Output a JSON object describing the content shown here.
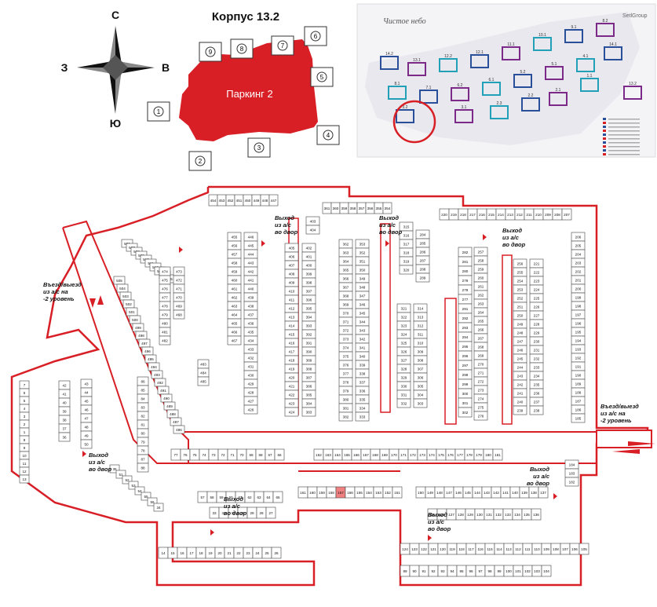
{
  "header": {
    "building_title": "Корпус 13.2",
    "parking_label": "Паркинг 2",
    "compass": {
      "north": "С",
      "west": "З",
      "east": "В",
      "south": "Ю"
    },
    "section_numbers": [
      "1",
      "2",
      "3",
      "4",
      "5",
      "6",
      "7",
      "8",
      "9"
    ]
  },
  "site_plan": {
    "logo_text": "Чистое небо",
    "brand_text": "SetlGroup",
    "building_labels": [
      "14.2",
      "13.1",
      "12.2",
      "12.1",
      "11.1",
      "10.1",
      "9.1",
      "8.2",
      "8.1",
      "7.1",
      "6.2",
      "6.1",
      "5.2",
      "5.1",
      "4.1",
      "3.2",
      "3.1",
      "2.3",
      "2.2",
      "2.1",
      "1.1",
      "14.1",
      "13.2"
    ]
  },
  "annotations": {
    "exit_top_left": "Выход\nиз а/с\nво двор",
    "exit_top_mid": "Выход\nиз а/с\nво двор",
    "exit_top_right": "Выход\nиз а/с\nво двор",
    "ramp_left": "Въезд/выезд\nиз а/с на\n-2 уровень",
    "ramp_right": "Въезд/выезд\nиз а/с на\n-2 уровень",
    "exit_bottom_left": "Выход\nиз а/с\nво двор",
    "exit_bottom_mid": "Выход\nиз а/с\nво двор",
    "exit_bottom_right": "Выход\nиз а/с\nво двор",
    "exit_bottom_center": "Выход\nиз а/с\nво двор"
  },
  "highlight": {
    "space": "157",
    "color": "#f08080"
  },
  "colors": {
    "accent": "#d81f26",
    "grid": "#333333"
  },
  "spaces": {
    "top_row_a": [
      "454",
      "453",
      "452",
      "451",
      "450",
      "449",
      "448",
      "447"
    ],
    "top_row_b": [
      "361",
      "360",
      "359",
      "358",
      "357",
      "356",
      "355",
      "354"
    ],
    "top_row_c": [
      "220",
      "219",
      "218",
      "217",
      "216",
      "215",
      "214",
      "213",
      "212",
      "211",
      "210",
      "209",
      "208",
      "207"
    ],
    "col_455_left": [
      "455",
      "456",
      "457",
      "458",
      "459",
      "460",
      "461",
      "462",
      "463",
      "464",
      "465",
      "466",
      "467"
    ],
    "col_446_right": [
      "446",
      "445",
      "444",
      "443",
      "442",
      "441",
      "440",
      "439",
      "438",
      "437",
      "436",
      "435",
      "434",
      "433",
      "432",
      "431",
      "430",
      "429",
      "428",
      "427",
      "426"
    ],
    "col_403": [
      "403",
      "404"
    ],
    "col_402": [
      "402",
      "401",
      "400",
      "399",
      "398",
      "397",
      "396",
      "395",
      "394",
      "393",
      "392",
      "391",
      "390",
      "389",
      "388",
      "387",
      "386",
      "385",
      "384",
      "383"
    ],
    "col_405": [
      "405",
      "406",
      "407",
      "408",
      "409",
      "410",
      "411",
      "412",
      "413",
      "414",
      "415",
      "416",
      "417",
      "418",
      "419",
      "420",
      "421",
      "422",
      "423",
      "424"
    ],
    "col_362": [
      "362",
      "363",
      "364",
      "365",
      "366",
      "367",
      "368",
      "369",
      "370",
      "371",
      "372",
      "373",
      "374",
      "375",
      "376",
      "377",
      "378",
      "379",
      "380",
      "381",
      "382"
    ],
    "col_353": [
      "353",
      "352",
      "351",
      "350",
      "349",
      "348",
      "347",
      "346",
      "345",
      "344",
      "343",
      "342",
      "341",
      "340",
      "339",
      "338",
      "337",
      "336",
      "335",
      "334",
      "333"
    ],
    "col_315": [
      "315",
      "316",
      "317",
      "318",
      "319",
      "320"
    ],
    "col_284": [
      "284",
      "285",
      "286",
      "287",
      "288",
      "289"
    ],
    "col_321": [
      "321",
      "322",
      "323",
      "324",
      "325",
      "326",
      "327",
      "328",
      "329",
      "330",
      "331",
      "332"
    ],
    "col_314": [
      "314",
      "313",
      "312",
      "311",
      "310",
      "309",
      "308",
      "307",
      "306",
      "305",
      "304",
      "303"
    ],
    "col_282": [
      "282",
      "281",
      "280",
      "279",
      "278",
      "277",
      "291",
      "292",
      "293",
      "294",
      "295",
      "296",
      "297",
      "298",
      "299",
      "300",
      "301",
      "302"
    ],
    "col_257": [
      "257",
      "258",
      "259",
      "260",
      "261",
      "262",
      "263",
      "264",
      "265",
      "266",
      "267",
      "268",
      "269",
      "270",
      "271",
      "272",
      "273",
      "274",
      "275",
      "276"
    ],
    "col_256": [
      "256",
      "255",
      "254",
      "253",
      "252",
      "251",
      "250",
      "249",
      "248",
      "247",
      "246",
      "245",
      "244",
      "243",
      "242",
      "241",
      "240",
      "239"
    ],
    "col_221": [
      "221",
      "222",
      "223",
      "224",
      "225",
      "226",
      "227",
      "228",
      "229",
      "230",
      "231",
      "232",
      "233",
      "234",
      "235",
      "236",
      "237",
      "238"
    ],
    "col_206": [
      "206",
      "205",
      "204",
      "203",
      "202",
      "201",
      "200",
      "199",
      "198",
      "197",
      "196",
      "195",
      "194",
      "193",
      "192",
      "191",
      "190",
      "189",
      "188",
      "187",
      "186",
      "185"
    ],
    "row_162": [
      "162",
      "163",
      "164",
      "165",
      "166",
      "167",
      "168",
      "169",
      "170",
      "171",
      "172",
      "173",
      "174",
      "175",
      "176",
      "177",
      "178",
      "179",
      "180",
      "181"
    ],
    "row_161": [
      "161",
      "160",
      "159",
      "158",
      "157",
      "156",
      "155",
      "154",
      "153",
      "152",
      "151"
    ],
    "row_150": [
      "150",
      "149",
      "148",
      "147",
      "146",
      "145",
      "144",
      "143",
      "142",
      "141",
      "140",
      "139",
      "138",
      "137"
    ],
    "row_125": [
      "125",
      "126",
      "127",
      "128",
      "129",
      "130",
      "131",
      "132",
      "133",
      "134",
      "135",
      "136"
    ],
    "row_124": [
      "124",
      "123",
      "122",
      "121",
      "120",
      "119",
      "118",
      "117",
      "116",
      "115",
      "114",
      "113",
      "112",
      "111",
      "110",
      "109",
      "108",
      "107",
      "106",
      "105"
    ],
    "row_89": [
      "89",
      "90",
      "91",
      "92",
      "93",
      "94",
      "95",
      "96",
      "97",
      "98",
      "99",
      "100",
      "101",
      "102",
      "103",
      "104"
    ],
    "row_77": [
      "77",
      "76",
      "75",
      "74",
      "73",
      "72",
      "71",
      "70",
      "69",
      "68",
      "67",
      "66"
    ],
    "row_57": [
      "57",
      "58",
      "59",
      "60",
      "61",
      "62",
      "63",
      "64",
      "65"
    ],
    "row_33": [
      "33",
      "32",
      "31",
      "30",
      "29",
      "28",
      "27"
    ],
    "row_14": [
      "14",
      "15",
      "16",
      "17",
      "18",
      "19",
      "20",
      "21",
      "22",
      "23",
      "24",
      "25",
      "26"
    ],
    "col_184": [
      "184",
      "183",
      "182"
    ],
    "col_7": [
      "7",
      "6",
      "5",
      "4",
      "3",
      "2",
      "1",
      "8",
      "9",
      "10",
      "11",
      "12",
      "13"
    ],
    "col_42": [
      "42",
      "41",
      "40",
      "39",
      "38",
      "37",
      "36"
    ],
    "col_43": [
      "43",
      "44",
      "45",
      "46",
      "47",
      "48",
      "49",
      "50"
    ],
    "col_35": [
      "35",
      "51",
      "52",
      "53",
      "54",
      "55",
      "56",
      "34"
    ],
    "col_86": [
      "86",
      "85",
      "84",
      "83",
      "82",
      "81",
      "80",
      "79",
      "78",
      "87",
      "88"
    ],
    "col_505": [
      "505",
      "504",
      "503",
      "502",
      "501",
      "500",
      "499",
      "498",
      "497",
      "496",
      "495",
      "494",
      "493",
      "492",
      "491",
      "490",
      "489",
      "488",
      "487",
      "486"
    ],
    "col_506": [
      "506",
      "507",
      "508",
      "509",
      "510",
      "511",
      "512",
      "513",
      "514",
      "515"
    ],
    "col_474": [
      "474",
      "475",
      "476",
      "477",
      "478",
      "479",
      "480",
      "481",
      "482"
    ],
    "col_473": [
      "473",
      "472",
      "471",
      "470",
      "469",
      "468"
    ],
    "col_483": [
      "483",
      "484",
      "485"
    ]
  }
}
